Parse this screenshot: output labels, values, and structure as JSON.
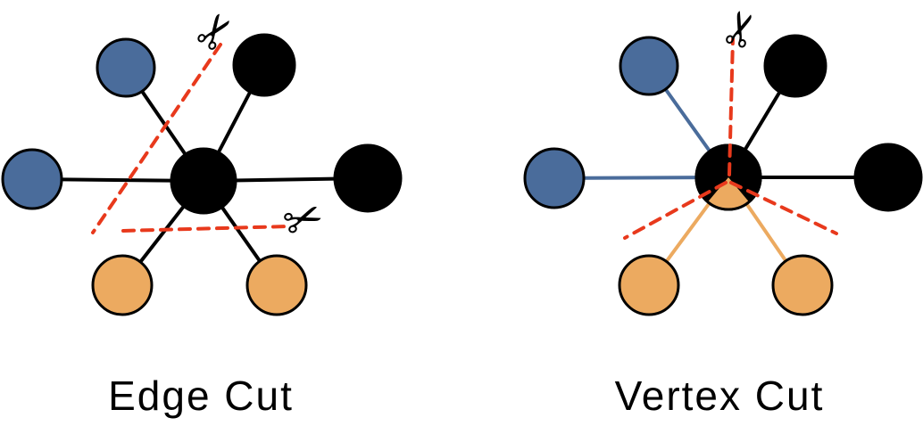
{
  "graphs": {
    "edge_cut": {
      "label": "Edge Cut",
      "center_node_color": "black",
      "satellite_node_colors": [
        "blue",
        "black",
        "blue",
        "black",
        "orange",
        "orange"
      ],
      "edge_colors": [
        "black",
        "black",
        "black",
        "black",
        "black",
        "black"
      ],
      "num_cut_lines": 2,
      "scissors_count": 2
    },
    "vertex_cut": {
      "label": "Vertex Cut",
      "center_node_color": "black-with-orange-wedge",
      "satellite_node_colors": [
        "blue",
        "black",
        "blue",
        "black",
        "orange",
        "orange"
      ],
      "edge_colors": [
        "blue",
        "black",
        "blue",
        "black",
        "orange",
        "orange"
      ],
      "num_cut_lines": 3,
      "scissors_count": 1
    }
  },
  "icons": {
    "scissors": "✂"
  },
  "colors": {
    "node_blue": "#4a6c9b",
    "node_orange": "#ecaa60",
    "node_black": "#000000",
    "edge_black": "#000000",
    "edge_blue": "#4a6c9b",
    "edge_orange": "#ecaa60",
    "cut_red": "#e8391c",
    "background": "#ffffff",
    "label_text": "#000000"
  }
}
